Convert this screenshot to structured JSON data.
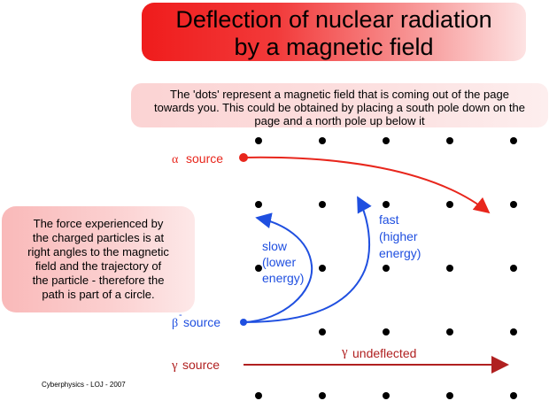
{
  "title": {
    "line1": "Deflection of nuclear radiation",
    "line2": "by a magnetic field"
  },
  "info": {
    "lines": [
      "The 'dots' represent a magnetic field that is coming out of the page",
      "towards you. This could be obtained by placing a south pole down on the",
      "page and a north pole up below it"
    ]
  },
  "side_note": {
    "lines": [
      "The force experienced by",
      "the charged particles is at",
      "right angles to the magnetic",
      "field and the trajectory of",
      "the particle - therefore the",
      "path is part of a circle."
    ]
  },
  "sources": {
    "alpha": {
      "symbol": "α",
      "label": "source",
      "color": "#e8261c"
    },
    "beta": {
      "symbol": "β",
      "superscript": "-",
      "label": "source",
      "color": "#1f4fe0"
    },
    "gamma": {
      "symbol": "γ",
      "label": "source",
      "color": "#b02020"
    }
  },
  "beta_labels": {
    "slow": [
      "slow",
      "(lower",
      "energy)"
    ],
    "fast": [
      "fast",
      "(higher",
      "energy)"
    ]
  },
  "gamma_label": {
    "symbol": "γ",
    "text": "undeflected"
  },
  "credit": "Cyberphysics - LOJ - 2007",
  "colors": {
    "alpha": "#e8261c",
    "beta": "#1f4fe0",
    "gamma": "#b02020",
    "dots": "#000000"
  }
}
